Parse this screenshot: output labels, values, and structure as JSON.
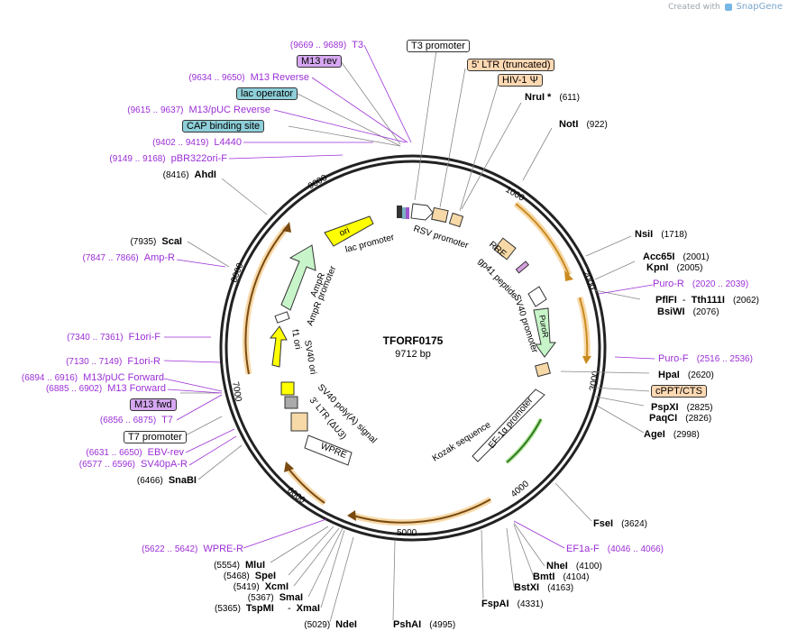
{
  "credit": {
    "prefix": "Created with",
    "brand": "SnapGene"
  },
  "plasmid": {
    "name": "TFORF0175",
    "length": "9712 bp"
  },
  "colors": {
    "primer": "#9b2fd6",
    "line": "#888888",
    "feature_orange": "#f0b860",
    "feature_orange_fill": "#f7d9a8",
    "feature_green_fill": "#c7f5c9",
    "feature_yellow": "#ffff00",
    "promoter_fill": "#ffffff",
    "tag_lavender": "#d6a8f2",
    "tag_blue": "#8ecfd9",
    "tag_peach": "#ffd9b3",
    "ring": "#222222"
  },
  "ticks": [
    "1000",
    "2000",
    "3000",
    "4000",
    "5000",
    "6000",
    "7000",
    "8000",
    "9000"
  ],
  "labels_right_top": [
    {
      "id": "t3-promoter",
      "text": "T3 promoter",
      "box": "white"
    },
    {
      "id": "ltr5",
      "text": "5' LTR (truncated)",
      "box": "peach"
    },
    {
      "id": "hiv1",
      "text": "HIV-1 Ψ",
      "box": "peach"
    }
  ],
  "sites_right": [
    {
      "name": "NruI *",
      "pos": "(611)"
    },
    {
      "name": "NotI",
      "pos": "(922)"
    },
    {
      "name": "NsiI",
      "pos": "(1718)"
    },
    {
      "name": "Acc65I",
      "pos": "(2001)"
    },
    {
      "name": "KpnI",
      "pos": "(2005)"
    },
    {
      "name": "PflFI",
      "sep": "-",
      "name2": "Tth111I",
      "pos": "(2062)"
    },
    {
      "name": "BsiWI",
      "pos": "(2076)"
    },
    {
      "name": "HpaI",
      "pos": "(2620)"
    },
    {
      "name": "PspXI",
      "pos": "(2825)"
    },
    {
      "name": "PaqCI",
      "pos": "(2826)"
    },
    {
      "name": "AgeI",
      "pos": "(2998)"
    },
    {
      "name": "FseI",
      "pos": "(3624)"
    },
    {
      "name": "NheI",
      "pos": "(4100)"
    },
    {
      "name": "BmtI",
      "pos": "(4104)"
    },
    {
      "name": "BstXI",
      "pos": "(4163)"
    },
    {
      "name": "FspAI",
      "pos": "(4331)"
    },
    {
      "name": "PshAI",
      "pos": "(4995)"
    }
  ],
  "primers_right": [
    {
      "name": "Puro-R",
      "pos": "(2020 .. 2039)"
    },
    {
      "name": "Puro-F",
      "pos": "(2516 .. 2536)"
    },
    {
      "name": "EF1a-F",
      "pos": "(4046 .. 4066)"
    }
  ],
  "cppt": "cPPT/CTS",
  "sites_left": [
    {
      "name": "AhdI",
      "pos": "(8416)"
    },
    {
      "name": "ScaI",
      "pos": "(7935)"
    },
    {
      "name": "SnaBI",
      "pos": "(6466)"
    },
    {
      "name": "MluI",
      "pos": "(5554)"
    },
    {
      "name": "SpeI",
      "pos": "(5468)"
    },
    {
      "name": "XcmI",
      "pos": "(5419)"
    },
    {
      "name": "SmaI",
      "pos": "(5367)"
    },
    {
      "name": "TspMI",
      "sep": "-",
      "name2": "XmaI",
      "pos": "(5365)"
    },
    {
      "name": "NdeI",
      "pos": "(5029)"
    }
  ],
  "primers_left": [
    {
      "name": "T3",
      "pos": "(9669 .. 9689)"
    },
    {
      "name": "M13 Reverse",
      "pos": "(9634 .. 9650)"
    },
    {
      "name": "M13/pUC Reverse",
      "pos": "(9615 .. 9637)"
    },
    {
      "name": "L4440",
      "pos": "(9402 .. 9419)"
    },
    {
      "name": "pBR322ori-F",
      "pos": "(9149 .. 9168)"
    },
    {
      "name": "Amp-R",
      "pos": "(7847 .. 7866)"
    },
    {
      "name": "F1ori-F",
      "pos": "(7340 .. 7361)"
    },
    {
      "name": "F1ori-R",
      "pos": "(7130 .. 7149)"
    },
    {
      "name": "M13/pUC Forward",
      "pos": "(6894 .. 6916)"
    },
    {
      "name": "M13 Forward",
      "pos": "(6885 .. 6902)"
    },
    {
      "name": "T7",
      "pos": "(6856 .. 6875)"
    },
    {
      "name": "EBV-rev",
      "pos": "(6631 .. 6650)"
    },
    {
      "name": "SV40pA-R",
      "pos": "(6577 .. 6596)"
    },
    {
      "name": "WPRE-R",
      "pos": "(5622 .. 5642)"
    }
  ],
  "tags_left": [
    {
      "text": "M13 rev",
      "box": "lavender"
    },
    {
      "text": "lac operator",
      "box": "blue"
    },
    {
      "text": "CAP binding site",
      "box": "blue"
    },
    {
      "text": "M13 fwd",
      "box": "lavender"
    },
    {
      "text": "T7 promoter",
      "box": "white"
    }
  ],
  "inner_labels": {
    "ori": "ori",
    "lac_promoter": "lac promoter",
    "rsv_promoter": "RSV promoter",
    "rre": "RRE",
    "gp41": "gp41 peptide",
    "sv40_promoter": "SV40 promoter",
    "puror": "PuroR",
    "ef1a": "EF-1α promoter",
    "kozak": "Kozak sequence",
    "wpre": "WPRE",
    "ltr3": "3' LTR (ΔU3)",
    "sv40_polya": "SV40 poly(A) signal",
    "sv40_ori": "SV40 ori",
    "f1_ori": "f1 ori",
    "ampr_promoter": "AmpR promoter",
    "ampr": "AmpR"
  }
}
